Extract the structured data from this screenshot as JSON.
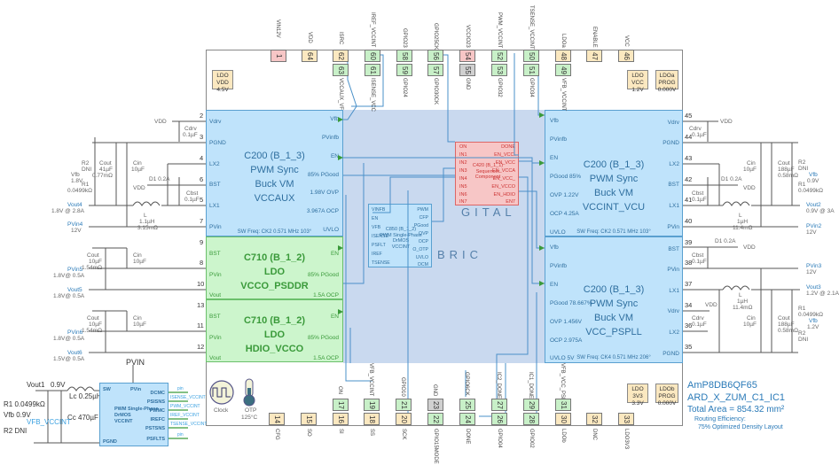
{
  "device": {
    "part_number": "AmP8DB6QF65",
    "design_name": "ARD_X_ZUM_C1_IC1",
    "total_area": "Total Area = 854.32 mm²",
    "routing_efficiency_label": "Routing Efficiency:",
    "routing_efficiency_value": "75% Optimized Density Layout"
  },
  "fabric_labels": {
    "digital": "GITAL",
    "fabric": "BRIC"
  },
  "top_pins": [
    {
      "num": "1",
      "label": "VIN12V",
      "color": "red"
    },
    {
      "num": "64",
      "label": "VDD",
      "color": "yellow"
    },
    {
      "num": "62",
      "label": "ISRC",
      "color": "yellow"
    },
    {
      "num": "63",
      "label": "VCCAUX_VF",
      "color": "green"
    },
    {
      "num": "60",
      "label": "IREF_VCCINT",
      "color": "green"
    },
    {
      "num": "61",
      "label": "ISENSE_VCC",
      "color": "green"
    },
    {
      "num": "58",
      "label": "GPIO23",
      "color": "green"
    },
    {
      "num": "59",
      "label": "GPIO24",
      "color": "green"
    },
    {
      "num": "56",
      "label": "GPIO25CK",
      "color": "green"
    },
    {
      "num": "57",
      "label": "GPIO30CK",
      "color": "green"
    },
    {
      "num": "54",
      "label": "VCCIO23",
      "color": "red"
    },
    {
      "num": "55",
      "label": "GND",
      "color": "gray"
    },
    {
      "num": "52",
      "label": "PWM_VCCINT",
      "color": "green"
    },
    {
      "num": "53",
      "label": "GPIO32",
      "color": "green"
    },
    {
      "num": "50",
      "label": "TSENSE_VCCINT",
      "color": "green"
    },
    {
      "num": "51",
      "label": "GPIO34",
      "color": "green"
    },
    {
      "num": "48",
      "label": "LDOa",
      "color": "yellow"
    },
    {
      "num": "49",
      "label": "VFB_VCCINT",
      "color": "green"
    },
    {
      "num": "47",
      "label": "ENABLE",
      "color": "yellow"
    },
    {
      "num": "46",
      "label": "VCC",
      "color": "yellow"
    }
  ],
  "bottom_pins": [
    {
      "num": "14",
      "label": "CFG",
      "color": "yellow"
    },
    {
      "num": "15",
      "label": "SO",
      "color": "yellow"
    },
    {
      "num": "17",
      "label": "ON",
      "color": "green"
    },
    {
      "num": "16",
      "label": "SI",
      "color": "yellow"
    },
    {
      "num": "19",
      "label": "VFB_VCCINT",
      "color": "green"
    },
    {
      "num": "18",
      "label": "SS",
      "color": "yellow"
    },
    {
      "num": "21",
      "label": "GPIO10",
      "color": "green"
    },
    {
      "num": "20",
      "label": "SCK",
      "color": "yellow"
    },
    {
      "num": "23",
      "label": "GND",
      "color": "gray"
    },
    {
      "num": "22",
      "label": "GPIO15MODE",
      "color": "green"
    },
    {
      "num": "25",
      "label": "GPIO6CK",
      "color": "green"
    },
    {
      "num": "24",
      "label": "DONE",
      "color": "green"
    },
    {
      "num": "27",
      "label": "IC2_DONE",
      "color": "green"
    },
    {
      "num": "26",
      "label": "GPIO04",
      "color": "green"
    },
    {
      "num": "29",
      "label": "IC1_DONE",
      "color": "green"
    },
    {
      "num": "28",
      "label": "GPIO02",
      "color": "green"
    },
    {
      "num": "31",
      "label": "VFB_VCC_PSI",
      "color": "green"
    },
    {
      "num": "30",
      "label": "LDOb",
      "color": "yellow"
    },
    {
      "num": "32",
      "label": "DNC",
      "color": "yellow"
    },
    {
      "num": "33",
      "label": "LDO3V3",
      "color": "yellow"
    }
  ],
  "ldo_boxes": {
    "vdd": [
      "LDO",
      "VDD",
      "4.5V"
    ],
    "vcc": [
      "LDO",
      "VCC",
      "1.2V"
    ],
    "ldoa_prog": [
      "LDOa",
      "PROG",
      "0.000V"
    ],
    "ldo_3v3": [
      "LDO",
      "3V3",
      "3.3V"
    ],
    "ldob_prog": [
      "LDOb",
      "PROG",
      "0.000V"
    ]
  },
  "clock_label": "Clock",
  "otp_label": [
    "OTP",
    "125°C"
  ],
  "blocks": {
    "vccaux": {
      "title": [
        "C200 (B_1_3)",
        "PWM Sync",
        "Buck VM",
        "VCCAUX"
      ],
      "left_pins": [
        "Vdrv",
        "PGND",
        "LX2",
        "BST",
        "LX1",
        "PVin"
      ],
      "left_nums": [
        "2",
        "3",
        "4",
        "6",
        "5",
        "7"
      ],
      "right_pins": [
        "Vfb",
        "PVinfb",
        "EN",
        "85% PGood",
        "1.98V OVP",
        "3.967A OCP",
        "UVLO"
      ],
      "footer": "SW Freq: CK2 0.571 MHz 103°"
    },
    "vccint_vcu": {
      "title": [
        "C200 (B_1_3)",
        "PWM Sync",
        "Buck VM",
        "VCCINT_VCU"
      ],
      "left_pins": [
        "Vfb",
        "PVinfb",
        "EN",
        "PGood 85%",
        "OVP 1.22V",
        "OCP 4.25A",
        "UVLO"
      ],
      "right_pins": [
        "Vdrv",
        "PGND",
        "LX2",
        "BST",
        "LX1",
        "PVin"
      ],
      "right_nums": [
        "45",
        "44",
        "43",
        "42",
        "41",
        "40"
      ],
      "footer": "SW Freq: CK2 0.571 MHz 103°"
    },
    "vcco_psddr": {
      "title": [
        "C710 (B_1_2)",
        "LDO",
        "VCCO_PSDDR"
      ],
      "left_pins": [
        "BST",
        "PVin",
        "Vout"
      ],
      "left_nums": [
        "9",
        "8",
        "10"
      ],
      "right_pins": [
        "EN",
        "85% PGood",
        "1.5A OCP"
      ]
    },
    "hdio_vcco": {
      "title": [
        "C710 (B_1_2)",
        "LDO",
        "HDIO_VCCO"
      ],
      "left_pins": [
        "BST",
        "PVin",
        "Vout"
      ],
      "left_nums": [
        "13",
        "11",
        "12"
      ],
      "right_pins": [
        "EN",
        "85% PGood",
        "1.5A OCP"
      ]
    },
    "vcc_psppll": {
      "title": [
        "C200 (B_1_3)",
        "PWM Sync",
        "Buck VM",
        "VCC_PSPLL"
      ],
      "left_pins": [
        "Vfb",
        "PVinfb",
        "EN",
        "PGood 78.667%",
        "OVP 1.456V",
        "OCP 2.975A",
        "UVLO 5V"
      ],
      "right_pins": [
        "BST",
        "PVin",
        "LX1",
        "Vdrv",
        "LX2",
        "PGND"
      ],
      "right_nums": [
        "39",
        "38",
        "37",
        "34",
        "36",
        "35"
      ],
      "footer": "SW Freq: CK4 0.571 MHz 206°"
    },
    "sequencer": {
      "title": [
        "C420 (B_1_1)",
        "Sequencer",
        "Component"
      ],
      "inputs": [
        "ON",
        "IN1",
        "IN2",
        "IN3",
        "IN4",
        "IN5",
        "IN6",
        "IN7"
      ],
      "outputs": [
        "DONE",
        "EN_VCCI",
        "EN_VCC",
        "EN_VCCA",
        "EN_VCC_",
        "EN_VCCO",
        "EN_HDIO",
        "EN7"
      ]
    },
    "pwm_phase": {
      "title": [
        "C850 (B_1_2)",
        "PWM Single-Phase",
        "DrMOS",
        "VCCINT"
      ],
      "inputs": [
        "VINFB",
        "EN",
        "VFB",
        "ISENSE",
        "PSFLT",
        "IREF",
        "TSENSE"
      ],
      "outputs": [
        "PWM",
        "CFP",
        "PGood",
        "OVP",
        "OCP",
        "O_OTP",
        "UVLO",
        "DCM"
      ]
    }
  },
  "left_circuit_top": {
    "vdd": "VDD",
    "cdrv": [
      "Cdrv",
      "0.1µF"
    ],
    "r2": [
      "R2",
      "DNI"
    ],
    "cout": [
      "Cout",
      "41µF",
      "0.77mΩ"
    ],
    "cin": [
      "Cin",
      "10µF"
    ],
    "vfb": [
      "Vfb",
      "1.8V"
    ],
    "r1": [
      "R1",
      "0.0499kΩ"
    ],
    "d1": "D1 0.2A",
    "cbst": [
      "Cbst",
      "0.1µF"
    ],
    "vout": [
      "Vout4",
      "1.8V @ 2.8A"
    ],
    "l": [
      "L",
      "1.1µH",
      "3.15mΩ"
    ],
    "pvin": [
      "PVin4",
      "12V"
    ]
  },
  "left_circuit_ldo1": {
    "cout": [
      "Cout",
      "10µF",
      "1.54mΩ"
    ],
    "cin": [
      "Cin",
      "10µF"
    ],
    "pvin": [
      "PVin5",
      "1.8V@ 0.5A"
    ],
    "vout": [
      "Vout5",
      "1.8V@ 0.5A"
    ]
  },
  "left_circuit_ldo2": {
    "cout": [
      "Cout",
      "10µF",
      "1.54mΩ"
    ],
    "cin": [
      "Cin",
      "10µF"
    ],
    "pvin": [
      "PVin6",
      "1.8V@ 0.5A"
    ],
    "vout": [
      "Vout6",
      "1.5V@ 0.5A"
    ]
  },
  "right_circuit_top": {
    "vdd": "VDD",
    "cdrv": [
      "Cdrv",
      "0.1µF"
    ],
    "cin": [
      "Cin",
      "10µF"
    ],
    "cout": [
      "Cout",
      "188µF",
      "0.58mΩ"
    ],
    "r2": [
      "R2",
      "DNI"
    ],
    "vfb": [
      "Vfb",
      "0.9V"
    ],
    "r1": [
      "R1",
      "0.0499kΩ"
    ],
    "d1": "D1 0.2A",
    "cbst": [
      "Cbst",
      "0.1µF"
    ],
    "l": [
      "L",
      "1µH",
      "11.4mΩ"
    ],
    "vout": [
      "Vout2",
      "0.9V @ 3A"
    ],
    "pvin": [
      "PVin2",
      "12V"
    ]
  },
  "right_circuit_bottom": {
    "d1": "D1 0.2A",
    "vdd": "VDD",
    "cbst": [
      "Cbst",
      "0.1µF"
    ],
    "pvin": [
      "PVin3",
      "12V"
    ],
    "l": [
      "L",
      "1µH",
      "11.4mΩ"
    ],
    "vout": [
      "Vout3",
      "1.2V @ 2.1A"
    ],
    "r1": [
      "R1",
      "0.0499kΩ"
    ],
    "cdrv": [
      "Cdrv",
      "0.1µF"
    ],
    "cin": [
      "Cin",
      "10µF"
    ],
    "cout": [
      "Cout",
      "188µF",
      "0.58mΩ"
    ],
    "vfb": [
      "Vfb",
      "1.2V"
    ],
    "r2": [
      "R2",
      "DNI"
    ]
  },
  "external_stage": {
    "pvin": "PVIN",
    "vout1": "Vout1",
    "vout1_val": "0.9V",
    "lc": "Lc 0.25µH",
    "cc": "Cc 470µF",
    "r1": "R1 0.0499kΩ",
    "vfb": "Vfb 0.9V",
    "vfb_net": "VFB_VCCINT",
    "r2": "R2 DNI",
    "sw": "SW",
    "pvin_pin": "PVin",
    "pgnd": "PGND",
    "center": [
      "PWM Single-Phase",
      "DrMOS",
      "VCCINT"
    ],
    "right_pins": [
      "DCMC",
      "PSISNS",
      "PWMC",
      "IREFC",
      "PSTSNS",
      "PSFLTS"
    ],
    "net_labels": [
      "pin",
      "ISENSE_VCCINT",
      "PWM_VCCINT",
      "IREF_VCCINT",
      "TSENSE_VCCINT",
      "pin"
    ]
  }
}
